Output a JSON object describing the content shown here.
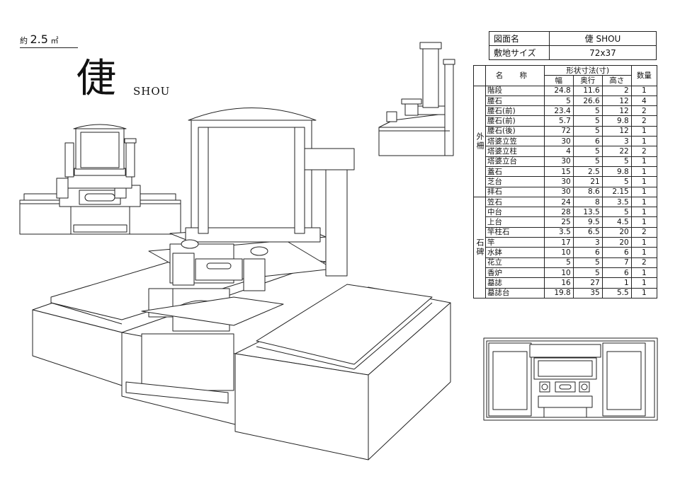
{
  "area": {
    "prefix": "約",
    "value": "2.5",
    "unit": "㎡"
  },
  "title": {
    "kanji": "倢",
    "roman": "SHOU"
  },
  "name_table": {
    "drawing_name_label": "図面名",
    "drawing_name_value": "倢 SHOU",
    "site_size_label": "敷地サイズ",
    "site_size_value": "72x37"
  },
  "spec_table": {
    "header_dims": "形状寸法(寸)",
    "header_name": "名 称",
    "header_width": "幅",
    "header_depth": "奥行",
    "header_height": "高さ",
    "header_qty": "数量",
    "groups": [
      {
        "label": "外柵",
        "rows": [
          {
            "name": "階段",
            "w": "24.8",
            "d": "11.6",
            "h": "2",
            "q": "1"
          },
          {
            "name": "腰石",
            "w": "5",
            "d": "26.6",
            "h": "12",
            "q": "4"
          },
          {
            "name": "腰石(前)",
            "w": "23.4",
            "d": "5",
            "h": "12",
            "q": "2"
          },
          {
            "name": "腰石(前)",
            "w": "5.7",
            "d": "5",
            "h": "9.8",
            "q": "2"
          },
          {
            "name": "腰石(後)",
            "w": "72",
            "d": "5",
            "h": "12",
            "q": "1"
          },
          {
            "name": "塔婆立笠",
            "w": "30",
            "d": "6",
            "h": "3",
            "q": "1"
          },
          {
            "name": "塔婆立柱",
            "w": "4",
            "d": "5",
            "h": "22",
            "q": "2"
          },
          {
            "name": "塔婆立台",
            "w": "30",
            "d": "5",
            "h": "5",
            "q": "1"
          },
          {
            "name": "蓋石",
            "w": "15",
            "d": "2.5",
            "h": "9.8",
            "q": "1"
          },
          {
            "name": "芝台",
            "w": "30",
            "d": "21",
            "h": "5",
            "q": "1"
          },
          {
            "name": "拝石",
            "w": "30",
            "d": "8.6",
            "h": "2.15",
            "q": "1"
          }
        ]
      },
      {
        "label": "石碑",
        "rows": [
          {
            "name": "笠石",
            "w": "24",
            "d": "8",
            "h": "3.5",
            "q": "1"
          },
          {
            "name": "中台",
            "w": "28",
            "d": "13.5",
            "h": "5",
            "q": "1"
          },
          {
            "name": "上台",
            "w": "25",
            "d": "9.5",
            "h": "4.5",
            "q": "1"
          },
          {
            "name": "竿柱石",
            "w": "3.5",
            "d": "6.5",
            "h": "20",
            "q": "2"
          },
          {
            "name": "竿",
            "w": "17",
            "d": "3",
            "h": "20",
            "q": "1"
          },
          {
            "name": "水鉢",
            "w": "10",
            "d": "6",
            "h": "6",
            "q": "1"
          },
          {
            "name": "花立",
            "w": "5",
            "d": "5",
            "h": "7",
            "q": "2"
          },
          {
            "name": "香炉",
            "w": "10",
            "d": "5",
            "h": "6",
            "q": "1"
          },
          {
            "name": "墓誌",
            "w": "16",
            "d": "27",
            "h": "1",
            "q": "1"
          },
          {
            "name": "墓誌台",
            "w": "19.8",
            "d": "35",
            "h": "5.5",
            "q": "1"
          }
        ]
      }
    ]
  },
  "colors": {
    "line": "#222222",
    "background": "#ffffff"
  }
}
